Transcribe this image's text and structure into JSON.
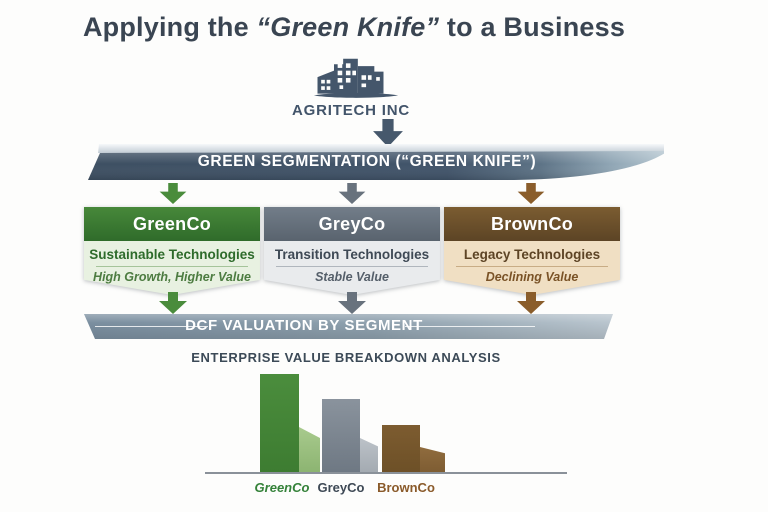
{
  "title": {
    "text_before": "Applying the ",
    "highlight": "“Green Knife”",
    "text_after": " to a Business"
  },
  "company": {
    "name": "AGRITECH INC",
    "icon": "building-icon",
    "color": "#42546a"
  },
  "segmentation_banner": {
    "label": "GREEN SEGMENTATION (“GREEN KNIFE”)",
    "shape": "knife-blade",
    "body_color": "#3e5063",
    "tip_color": "#b0c2cd"
  },
  "segments": [
    {
      "name": "GreenCo",
      "category": "Sustainable Technologies",
      "outlook": "High Growth, Higher Value",
      "header_color": "#3c7f33",
      "body_color": "#e8f1e1",
      "arrow_color": "#4a8c3c"
    },
    {
      "name": "GreyCo",
      "category": "Transition Technologies",
      "outlook": "Stable Value",
      "header_color": "#66707c",
      "body_color": "#e9ebed",
      "arrow_color": "#68727d"
    },
    {
      "name": "BrownCo",
      "category": "Legacy Technologies",
      "outlook": "Declining Value",
      "header_color": "#6c5029",
      "body_color": "#f0dfc3",
      "arrow_color": "#8a5d2b"
    }
  ],
  "dcf_banner": {
    "label": "DCF VALUATION BY SEGMENT",
    "color_left": "#7a8e9f",
    "color_right": "#b9c5ce"
  },
  "chart_section": {
    "heading": "ENTERPRISE VALUE BREAKDOWN ANALYSIS"
  },
  "chart_data": {
    "type": "bar",
    "title": "Enterprise Value Breakdown Analysis",
    "categories": [
      "GreenCo",
      "GreyCo",
      "BrownCo"
    ],
    "values": [
      100,
      75,
      48
    ],
    "trail_values": [
      46,
      35,
      26
    ],
    "bar_colors": [
      "#448539",
      "#78828c",
      "#76562c"
    ],
    "trail_colors": [
      "#9dc282",
      "#b6bcc3",
      "#8d6a3d"
    ],
    "label_colors": [
      "#35823a",
      "#3e4955",
      "#8a5a2a"
    ],
    "xlabel": "",
    "ylabel": "",
    "ylim": [
      0,
      100
    ],
    "legend": "none",
    "grid": "off",
    "axis_style": "baseline only, no ticks or value labels",
    "note": "Values are relative bar heights (GreenCo tallest). Each bar has a lighter declining wedge attached to its right side; trail_values give wedge heights on the same scale."
  }
}
